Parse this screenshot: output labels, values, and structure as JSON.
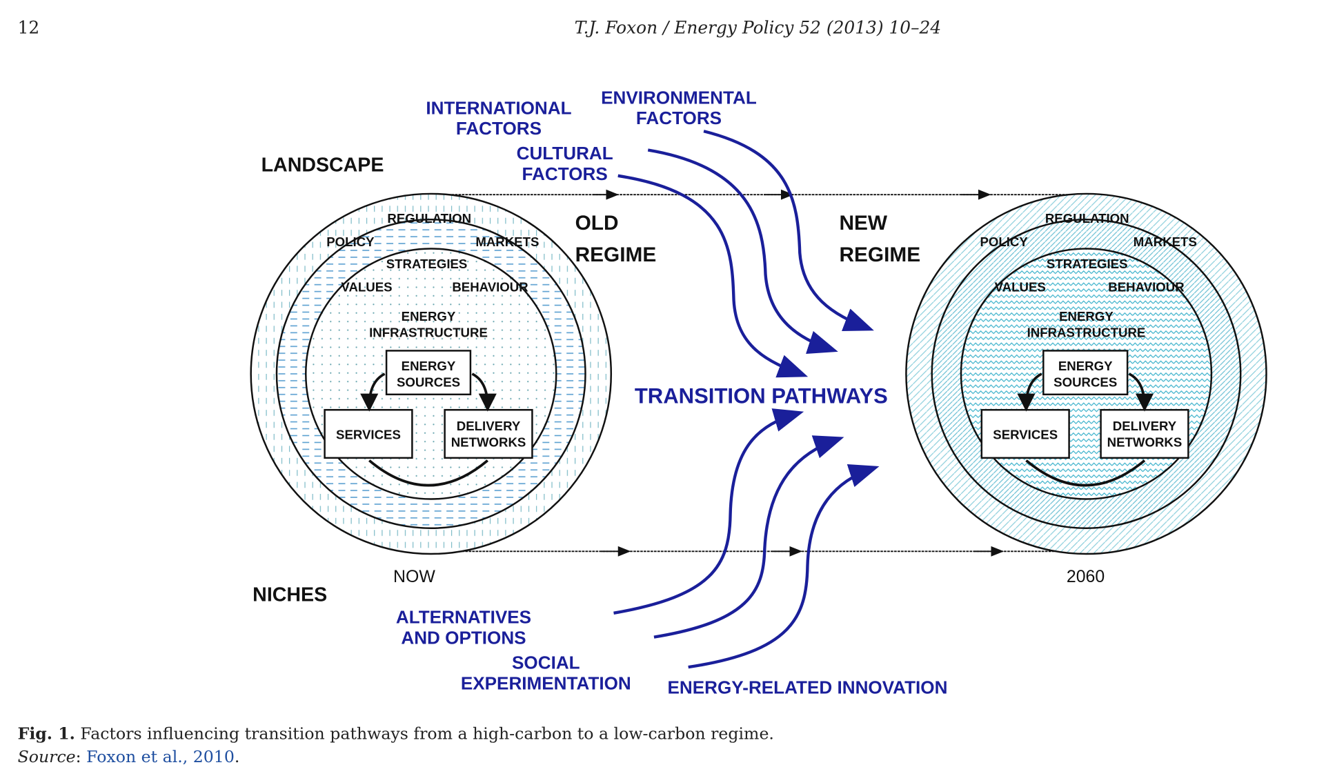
{
  "header": {
    "page_number": "12",
    "running_title": "T.J. Foxon / Energy Policy 52 (2013) 10–24"
  },
  "figure": {
    "landscape": "LANDSCAPE",
    "niches": "NICHES",
    "old_regime": [
      "OLD",
      "REGIME"
    ],
    "new_regime": [
      "NEW",
      "REGIME"
    ],
    "now": "NOW",
    "year_end": "2060",
    "transition_pathways": "TRANSITION PATHWAYS",
    "top_factors": {
      "international": [
        "INTERNATIONAL",
        "FACTORS"
      ],
      "environmental": [
        "ENVIRONMENTAL",
        "FACTORS"
      ],
      "cultural": [
        "CULTURAL",
        "FACTORS"
      ]
    },
    "bottom_factors": {
      "alternatives": [
        "ALTERNATIVES",
        "AND OPTIONS"
      ],
      "social": [
        "SOCIAL",
        "EXPERIMENTATION"
      ],
      "innovation": "ENERGY-RELATED INNOVATION"
    },
    "regime_labels": {
      "regulation": "REGULATION",
      "policy": "POLICY",
      "markets": "MARKETS",
      "strategies": "STRATEGIES",
      "values": "VALUES",
      "behaviour": "BEHAVIOUR",
      "infrastructure": [
        "ENERGY",
        "INFRASTRUCTURE"
      ],
      "sources": [
        "ENERGY",
        "SOURCES"
      ],
      "services": "SERVICES",
      "delivery": [
        "DELIVERY",
        "NETWORKS"
      ]
    },
    "colors": {
      "accent_blue": "#1a1f9a",
      "hatch_teal": "#4aa8c0"
    }
  },
  "caption": {
    "label": "Fig. 1.",
    "text": "Factors influencing transition pathways from a high-carbon to a low-carbon regime.",
    "source_label": "Source",
    "source_sep": ": ",
    "source_link": "Foxon et al., 2010",
    "source_end": "."
  }
}
